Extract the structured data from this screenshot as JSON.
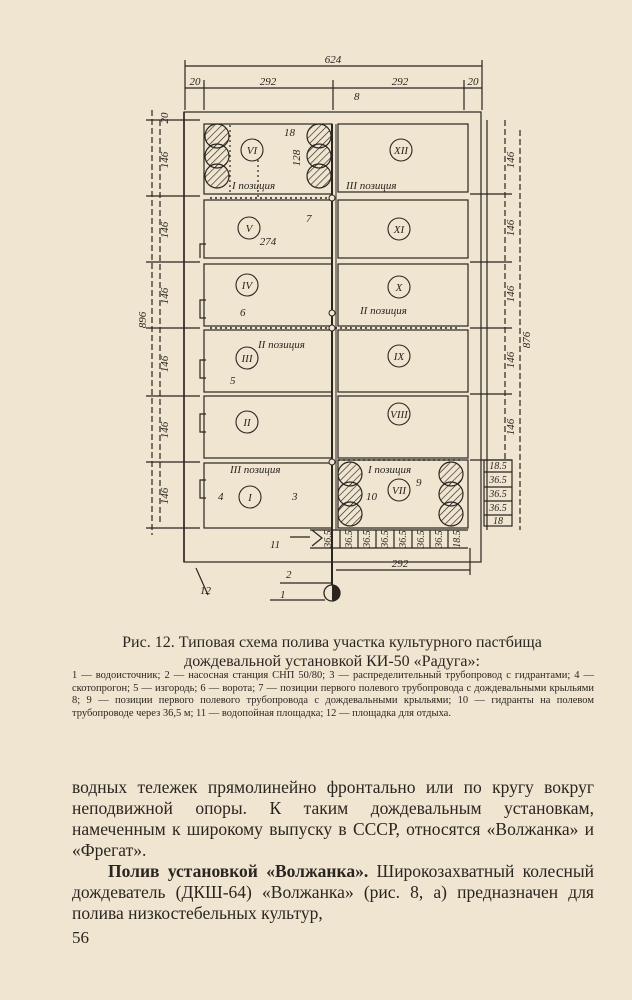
{
  "diagram": {
    "dims": {
      "total_width": "624",
      "left_margin": "20",
      "left_half": "292",
      "right_half": "292",
      "right_margin": "20",
      "top_margin": "20",
      "left_height": "896",
      "right_height": "876",
      "row": "146",
      "inner_width": "274",
      "hydrant_dist": "128",
      "bottom_width": "292",
      "spacing_a": "36.5",
      "spacing_b": "18.5",
      "spacing_c": "18"
    },
    "plots": [
      "VI",
      "V",
      "IV",
      "III",
      "II",
      "I",
      "XII",
      "XI",
      "X",
      "IX",
      "VIII",
      "VII"
    ],
    "positions": {
      "first_left": "I позиция",
      "third_top": "III позиция",
      "second_right": "II позиция",
      "second_left": "II позиция",
      "third_bottom": "III позиция",
      "first_bottom": "I позиция"
    },
    "markers": [
      "1",
      "2",
      "3",
      "4",
      "5",
      "6",
      "7",
      "8",
      "9",
      "10",
      "11",
      "12",
      "18"
    ]
  },
  "caption": {
    "title": "Рис. 12. Типовая схема полива участка культурного пастбища дождевальной установкой КИ-50 «Радуга»:",
    "legend": "1 — водоисточник; 2 — насосная станция СНП 50/80; 3 — распределительный трубопровод с гидрантами; 4 — скотопрогон; 5 — изгородь; 6 — ворота; 7 — позиции первого полевого трубопровода с дождевальными крыльями 8; 9 — позиции первого полевого трубопровода с дождевальными крыльями; 10 — гидранты на полевом трубопроводе через 36,5 м; 11 — водопойная площадка; 12 — площадка для отдыха."
  },
  "body": {
    "p1": "водных тележек прямолинейно фронтально или по кругу вокруг неподвижной опоры. К таким дождевальным установкам, намеченным к широкому выпуску в СССР, относятся «Волжанка» и «Фрегат».",
    "p2_bold": "Полив установкой «Волжанка».",
    "p2_rest": " Широкозахватный колесный дождеватель (ДКШ-64) «Волжанка» (рис. 8, а) предназначен для полива низкостебельных культур,"
  },
  "page_number": "56"
}
